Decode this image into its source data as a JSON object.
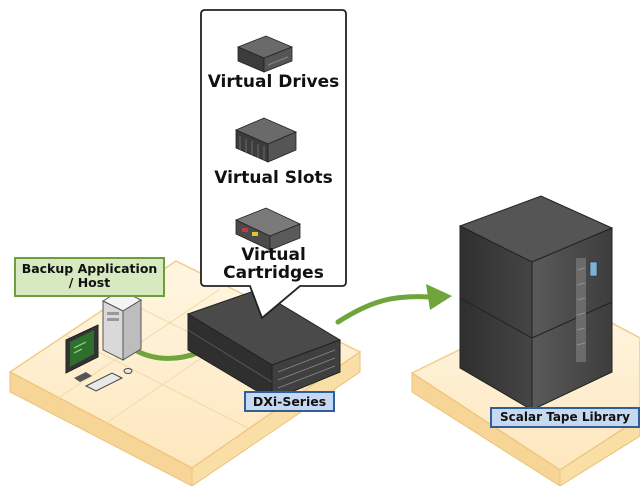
{
  "callout": {
    "items": [
      {
        "label": "Virtual Drives",
        "icon": "tape-drive-icon"
      },
      {
        "label": "Virtual Slots",
        "icon": "tape-slots-icon"
      },
      {
        "label_line1": "Virtual",
        "label_line2": "Cartridges",
        "icon": "tape-cartridge-icon"
      }
    ]
  },
  "labels": {
    "host_line1": "Backup Application",
    "host_line2": "/ Host",
    "dxi": "DXi-Series",
    "library": "Scalar Tape Library"
  },
  "colors": {
    "platform_fill": "#fdecc8",
    "platform_edge": "#f3d08a",
    "arrow_green": "#6fa53a",
    "host_label_bg": "#d6e9bf",
    "host_label_border": "#6e9d3b",
    "blue_label_bg": "#c6d9f0",
    "blue_label_border": "#2f5f9a",
    "device_dark": "#3a3a3a"
  }
}
